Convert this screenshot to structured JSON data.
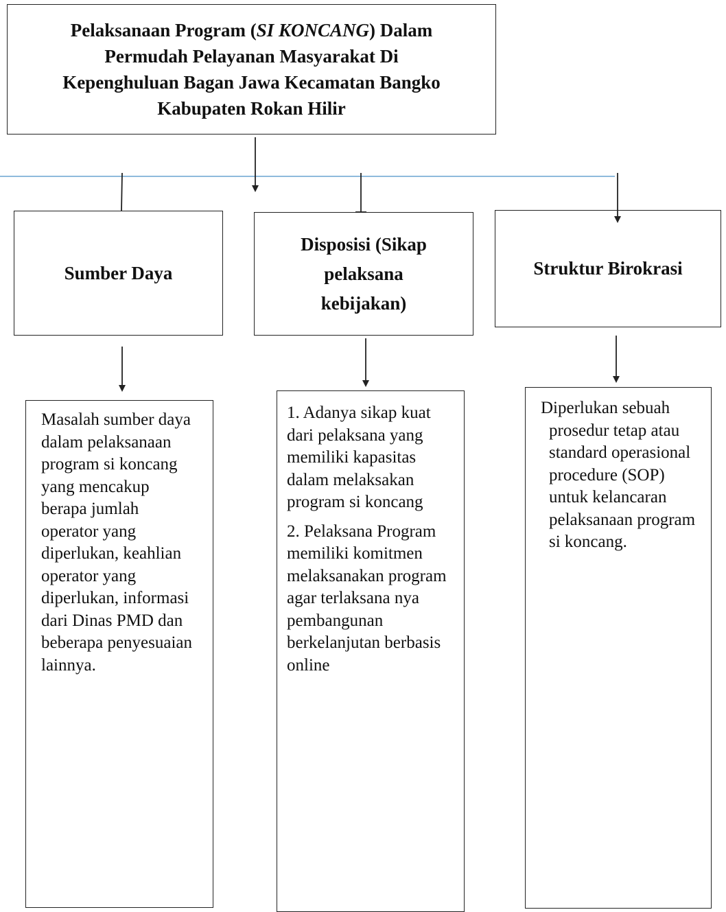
{
  "title": {
    "line1_pre": "Pelaksanaan Program (",
    "line1_italic": "SI KONCANG",
    "line1_post": ") Dalam",
    "line2": "Permudah Pelayanan Masyarakat Di",
    "line3": "Kepenghuluan Bagan Jawa Kecamatan Bangko",
    "line4": "Kabupaten Rokan Hilir"
  },
  "categories": {
    "sumber_daya": "Sumber Daya",
    "disposisi": "Disposisi (Sikap pelaksana kebijakan)",
    "struktur": "Struktur Birokrasi"
  },
  "descriptions": {
    "sumber_daya": "Masalah sumber daya dalam pelaksanaan program si koncang yang mencakup berapa jumlah operator yang diperlukan, keahlian operator yang diperlukan, informasi dari Dinas PMD dan beberapa penyesuaian lainnya.",
    "disposisi_1": "1. Adanya sikap kuat dari pelaksana yang memiliki kapasitas dalam melaksakan program si koncang",
    "disposisi_2": "2. Pelaksana Program memiliki komitmen melaksanakan program agar terlaksana nya pembangunan berkelanjutan berbasis online",
    "struktur": "Diperlukan sebuah prosedur tetap atau standard operasional procedure (SOP) untuk kelancaran pelaksanaan program si koncang."
  },
  "colors": {
    "line": "#222222",
    "rule": "#4a90c8"
  }
}
